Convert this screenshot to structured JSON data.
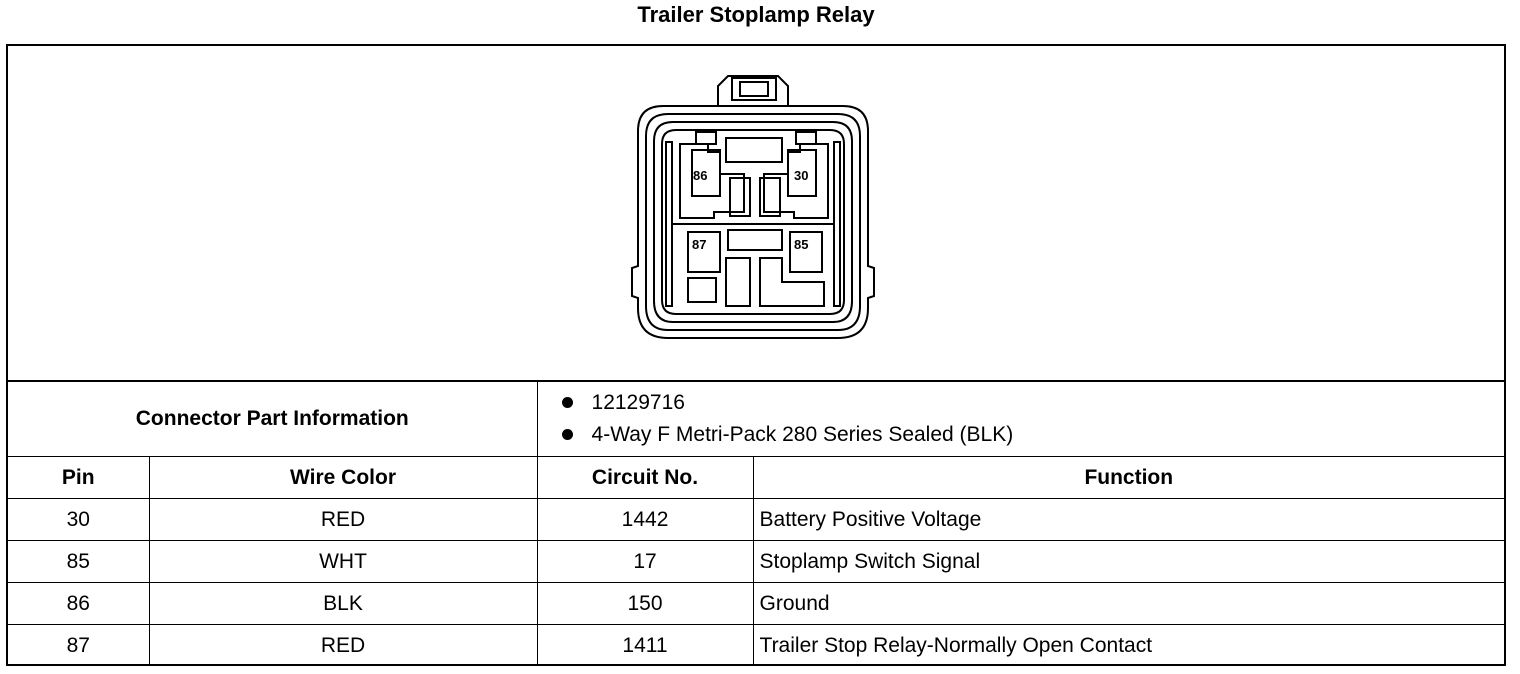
{
  "title": "Trailer Stoplamp Relay",
  "connector": {
    "pin_labels": [
      "86",
      "30",
      "87",
      "85"
    ]
  },
  "part_info": {
    "label": "Connector Part Information",
    "items": [
      "12129716",
      "4-Way F Metri-Pack 280 Series Sealed (BLK)"
    ]
  },
  "table": {
    "headers": [
      "Pin",
      "Wire Color",
      "Circuit No.",
      "Function"
    ],
    "rows": [
      [
        "30",
        "RED",
        "1442",
        "Battery Positive Voltage"
      ],
      [
        "85",
        "WHT",
        "17",
        "Stoplamp Switch Signal"
      ],
      [
        "86",
        "BLK",
        "150",
        "Ground"
      ],
      [
        "87",
        "RED",
        "1411",
        "Trailer Stop Relay-Normally Open Contact"
      ]
    ]
  }
}
